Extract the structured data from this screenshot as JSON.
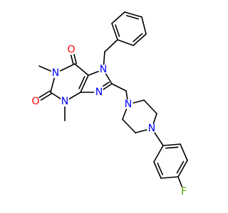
{
  "molecule": {
    "colors": {
      "bond": "#000000",
      "carbon": "#000000",
      "nitrogen": "#0000FF",
      "oxygen": "#FF0000",
      "fluorine": "#55A000"
    },
    "atoms": [
      {
        "id": "o6",
        "symbol": "O",
        "color": "oxygen"
      },
      {
        "id": "o2",
        "symbol": "O",
        "color": "oxygen"
      },
      {
        "id": "n1",
        "symbol": "N",
        "color": "nitrogen"
      },
      {
        "id": "n3",
        "symbol": "N",
        "color": "nitrogen"
      },
      {
        "id": "n7",
        "symbol": "N",
        "color": "nitrogen"
      },
      {
        "id": "n9",
        "symbol": "N",
        "color": "nitrogen"
      },
      {
        "id": "np1",
        "symbol": "N",
        "color": "nitrogen"
      },
      {
        "id": "np4",
        "symbol": "N",
        "color": "nitrogen"
      },
      {
        "id": "f",
        "symbol": "F",
        "color": "fluorine"
      }
    ]
  }
}
